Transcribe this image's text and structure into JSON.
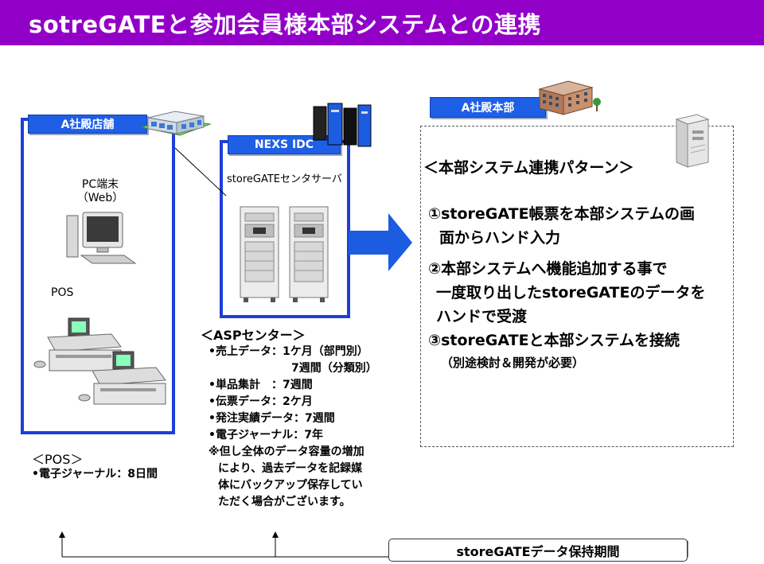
{
  "title": "sotreGATEと参加会員様本部システムとの連携",
  "colors": {
    "title_bar": "#9200c8",
    "label_fill": "#1e5fe6",
    "frame_border": "#1c3fd8"
  },
  "store": {
    "label": "A社殿店舗",
    "pc_label_line1": "PC端末",
    "pc_label_line2": "（Web）",
    "pos_label": "POS"
  },
  "idc": {
    "label": "NEXS IDC",
    "server_label": "storeGATEセンタサーバ"
  },
  "hq": {
    "label": "A社殿本部",
    "heading": "＜本部システム連携パターン＞",
    "item1_line1": "①storeGATE帳票を本部システムの画",
    "item1_line2": "面からハンド入力",
    "item2_line1": "②本部システムへ機能追加する事で",
    "item2_line2": "一度取り出したstoreGATEのデータを",
    "item2_line3": "ハンドで受渡",
    "item3_line1": "③storeGATEと本部システムを接続",
    "item3_note": "（別途検討＆開発が必要）"
  },
  "asp": {
    "heading": "＜ASPセンター＞",
    "items": [
      "•売上データ：1ケ月（部門別）",
      "7週間（分類別）",
      "•単品集計　：7週間",
      "•伝票データ：2ケ月",
      "•発注実績データ：7週間",
      "•電子ジャーナル：7年",
      "※但し全体のデータ容量の増加",
      "により、過去データを記録媒",
      "体にバックアップ保存してい",
      "ただく場合がございます。"
    ]
  },
  "pos_retention": {
    "heading": "＜POS＞",
    "item": "•電子ジャーナル：8日間"
  },
  "period_label": "storeGATEデータ保持期間",
  "icons": [
    "store-building-icon",
    "pc-terminal-icon",
    "pos-terminal-icon",
    "server-rack-icon",
    "office-building-icon",
    "tower-server-icon",
    "datacenter-icon"
  ]
}
